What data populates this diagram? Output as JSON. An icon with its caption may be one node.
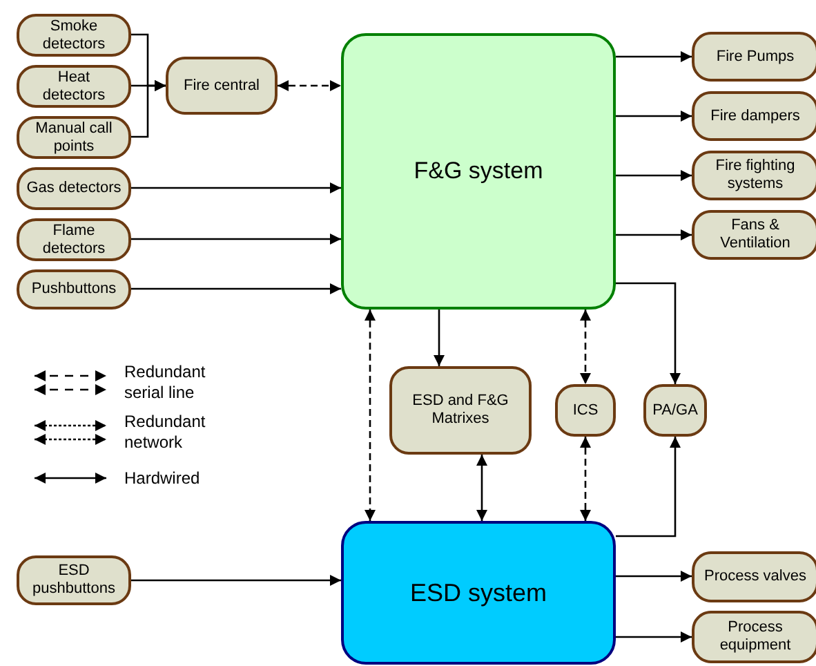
{
  "diagram": {
    "nodes": [
      {
        "text": [
          "Smoke detectors"
        ]
      },
      {
        "text": [
          "Heat detectors"
        ]
      },
      {
        "text": [
          "Manual call points"
        ]
      },
      {
        "text": [
          "Fire central"
        ]
      },
      {
        "text": [
          "F&G system"
        ]
      },
      {
        "text": [
          "Gas detectors"
        ]
      },
      {
        "text": [
          "Flame detectors"
        ]
      },
      {
        "text": [
          "Pushbuttons"
        ]
      },
      {
        "text": [
          "Fire Pumps"
        ]
      },
      {
        "text": [
          "Fire dampers"
        ]
      },
      {
        "text": [
          "Fire fighting systems"
        ]
      },
      {
        "text": [
          "Fans & Ventilation"
        ]
      },
      {
        "text": [
          "ESD and F&G Matrixes"
        ]
      },
      {
        "text": [
          "ICS"
        ]
      },
      {
        "text": [
          "PA/GA"
        ]
      },
      {
        "text": [
          "ESD system"
        ]
      },
      {
        "text": [
          "ESD pushbuttons"
        ]
      },
      {
        "text": [
          "Process valves"
        ]
      },
      {
        "text": [
          "Process equipment"
        ]
      }
    ],
    "edges": [
      {
        "from": 0,
        "to": 3,
        "arrow": "to"
      },
      {
        "from": 1,
        "to": 3,
        "arrow": "to"
      },
      {
        "from": 2,
        "to": 3,
        "arrow": "to"
      },
      {
        "from": 3,
        "to": 4,
        "arrow": "both",
        "style": "dashed"
      },
      {
        "from": 5,
        "to": 4,
        "arrow": "to"
      },
      {
        "from": 6,
        "to": 4,
        "arrow": "to"
      },
      {
        "from": 7,
        "to": 4,
        "arrow": "to"
      },
      {
        "from": 4,
        "to": 8,
        "arrow": "to"
      },
      {
        "from": 4,
        "to": 9,
        "arrow": "to"
      },
      {
        "from": 4,
        "to": 10,
        "arrow": "to"
      },
      {
        "from": 4,
        "to": 11,
        "arrow": "to"
      },
      {
        "from": 4,
        "to": 15,
        "arrow": "both",
        "style": "dashed"
      },
      {
        "from": 4,
        "to": 12,
        "arrow": "to"
      },
      {
        "from": 12,
        "to": 15,
        "arrow": "both"
      },
      {
        "from": 4,
        "to": 13,
        "arrow": "both",
        "style": "dashed"
      },
      {
        "from": 13,
        "to": 15,
        "arrow": "both",
        "style": "dashed"
      },
      {
        "from": 4,
        "to": 14,
        "arrow": "to"
      },
      {
        "from": 15,
        "to": 14,
        "arrow": "to"
      },
      {
        "from": 16,
        "to": 15,
        "arrow": "to"
      },
      {
        "from": 15,
        "to": 17,
        "arrow": "to"
      },
      {
        "from": 15,
        "to": 18,
        "arrow": "to"
      }
    ],
    "legend": [
      {
        "text": "Redundant serial line"
      },
      {
        "text": "Redundant network"
      },
      {
        "text": "Hardwired"
      }
    ]
  }
}
